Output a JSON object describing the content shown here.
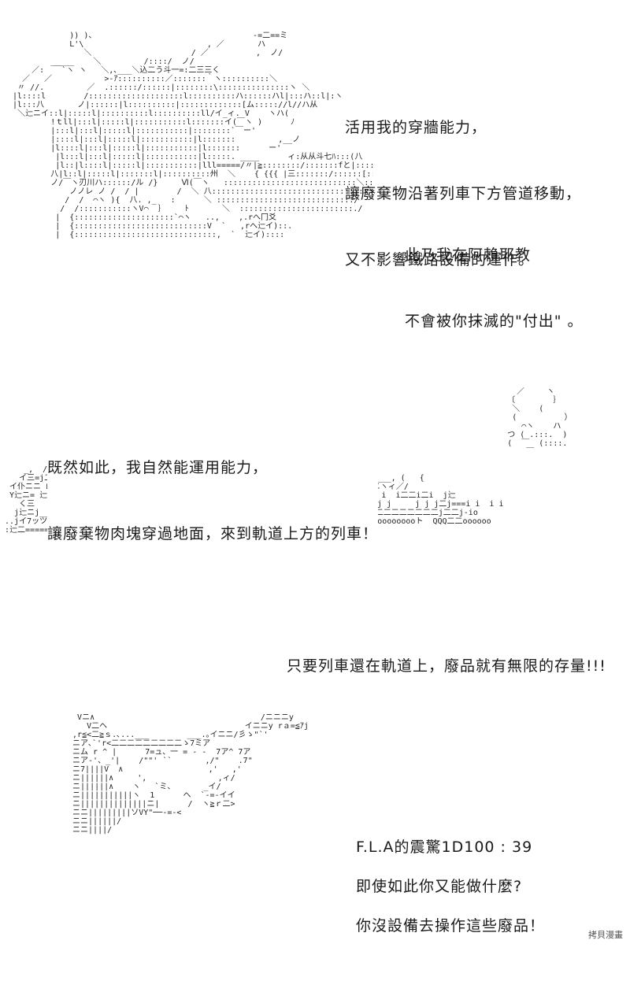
{
  "panel1": {
    "text_a": [
      "活用我的穿牆能力，",
      "讓廢棄物沿著列車下方管道移動，",
      "又不影響鐵路設備的運作。"
    ],
    "text_b": [
      "此乃我在阿賴耶教",
      "不會被你抹滅的\"付出\" 。"
    ],
    "art": "              )) )、                                 -=二==ミ\n              L'\\                          , ／       ハ\n                 ＼                     / ／          ,  ノ/\n          _____    ＼         /::::/  ノ/\n      ／:  ￣`ヽ ヽ   ＼,､___＼込二う斗一=:二三三く\n    ／   ／           >-ｱ::::::::::／:::::::｀ヽ::::::::::＼\n   〃 //.         ／  .::::::/::::::|::::::::\\:::::::::::::::ヽ ＼\n  |l::::l        /::::::::::::::::::::l::::::::::ハ::::::ハl|:::ハ::l|:ヽ\n  |l:::八       ノ|::::::|l::::::::::|:::::::::::::[ム::::://l//ハ从\n   ＼辷ニイ::l|:::::l|::::::::::l::::::::::ll/イ_ィ. V    ヽハ(\n          !ｔll|:::l|:::::l|:::::::::::l:::::::イ(￣ヽ )      ﾉ\n          |:::l|:::l|:::::l|:::::::::::|::::::::`￣ー'\n          |::::l|:::l|:::::l|:::::::::::|l:::::::         ,__ノ\n          |l::::l|:::l|:::::l|:::::::::::|l:::::::      ー'\n           |l:::l|:::l|:::::l|:::::::::::|l:::::. ____      ィ:从从斗七ﾊ:::(八\n           |l::|l::::l|:::::l|:::::::::::|lll=====/〃|≧::::::::/:::::::fと|::::(::ハ\n          八|l::l|:::::l|:::::::l|::::::::::州  ＼    { {{{ |三:::::::/::::::[::::::::)ノ::\n          ノ/￣ヽ刃川ハ::::::/ル /}     Ⅵ(￣ヽ   ::::::::::::::::::::::::::::＼:::::ハK()\n              ノノレ ノ /  / |        /  ＼ 八:::::::::::::::::::::::::::::::::一r\n             /  /  ⌒ヽ ){  八. ,_   :      ＼ :::::::::::::::::::::::::::::/\n            /  /:::::::::::ヽV⌒  ｝    ﾄ       ＼  ::::::::::::::::::::::::./\n           |  {:::::::::::::::::::::`⌒ヽ   ..,    ,.rへ冂爻\n           |  {::::::::::::::::::::::::::::V  `   ,rへ辷イ)::.\n           |  {::::::::::::::::::::::::::::::,  `  辷イ)::::"
  },
  "panel2": {
    "text_a": [
      "既然如此，我自然能運用能力，",
      "讓廢棄物肉塊穿過地面，來到軌道上方的列車！"
    ],
    "text_b": [
      "只要列車還在軌道上，廢品就有無限的存量!!!"
    ],
    "art": "                                                                                                             ／   ￣ヽ\n                                                                                                           〔        ｝\n                                                                                                            ＼    (\n                                                                                                            (          ）\n                                                                                                              ⌒ヽ    ハ\n                                                                                                           つ ( .:::.  )\n                                                                                                           (  ￣  (::::.\n          ___                                                                                                  ￣\n          イ==ヽ\n     _,  /\"\"i\"\"i __==、ィ辷辷==一、、\n    イ三=j二i-i_ィヽ\"\" ヽ---jj____ij ー―   ,_ィ辷辷辷ィ\\      ,ィ一一ー、  イニニト、 ____, (   {\n  イ仆ニニ 山   j j j――二辷辷j   j   j__j ゝ辷j―イ―ト―――――ト―ヽィ一一j辷辷二／ / ,'{二ニヽィ／/\n  Y辷ニ= 辷j  j j  ｨ\"      i-i  i    i  /j    jj__j    j   i 辷 j__j j辷辷j_j二i i i  i二二i二i  j辷\n    く三     イーイ  ,j____=イ-j ヽイ-i i/  辷====i二二二二二二二二j    j j 辷辷j=====j j     j j j二j===i i  i i\n   j辷ニj__i-i j-ト  jj j  ィ二辷二ﾌﾞﾍﾞｲｰ-イ辷二三=---j    j辷j二二二二二二j二j二二二二j二二二二二二二二j二二j-io\n ..jイ7ッツイ ii_j j_j )ィ辷辷i  o j__j) Q j  |  __辷ニ(ooo)|____ j====ieee)イ====jooooooooト  QQQ二二oooooo\n :辷二=====辷j◎=◎ｱﾉヽ__ﾉヽ=イーﾍﾞ辷シ二ｱ"
  },
  "panel3": {
    "text_a": [
      "F.L.A的震驚1D100 : 39"
    ],
    "text_b": [
      "即使如此你又能做什麼?"
    ],
    "text_c": [
      "你沒設備去操作這些廢品！"
    ],
    "art": "   Vニ∧                                   /ニニニy\n     V二ヘ                             イニニy rａ=≦ｱj\n  ,r≦<二≧ｓ.､...___        ___.｡イニニ/彡ゝ\"`'\n  ニア､`'r<二二二二二二二二二ゝ7ミア\n  ニム r ^ |      7=ュ、一 = - -  7ア^ 7ア\n  ニア-'、_'|    /\"\"' ``       ,/\"    .7\"\n  ニ7||||V  ∧                  ,'   ,'\n  ニ||||||∧     ',               ,ィ/\n  ニ||||||∧    ヽ   `ミ、      _イ/\n  ニ|||||||||||ヽ  1      ヘ  `‐=-イイ\n  ニ||||||||||||||ニ|      /  ヽ≧ｒ二>\n  ニニ|||||||||ソVY\"──‐=-<\n  ニニ||||||/\n  ニニ||||/"
  },
  "watermark": "拷貝漫畫"
}
